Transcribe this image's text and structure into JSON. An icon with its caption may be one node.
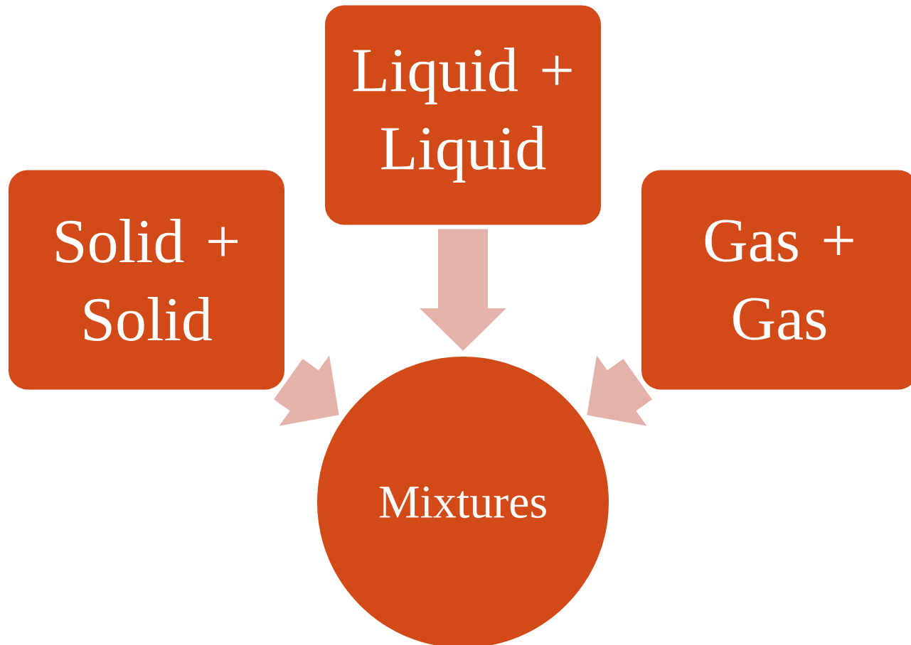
{
  "diagram": {
    "nodes": [
      {
        "text": [
          "Liquid + Liquid"
        ]
      },
      {
        "text": [
          "Solid + Solid"
        ]
      },
      {
        "text": [
          "Gas + Gas"
        ]
      },
      {
        "text": [
          "Mixtures"
        ]
      }
    ],
    "edges": [
      {
        "from": 0,
        "to": 3,
        "arrow": "to"
      },
      {
        "from": 1,
        "to": 3,
        "arrow": "to"
      },
      {
        "from": 2,
        "to": 3,
        "arrow": "to"
      }
    ]
  }
}
